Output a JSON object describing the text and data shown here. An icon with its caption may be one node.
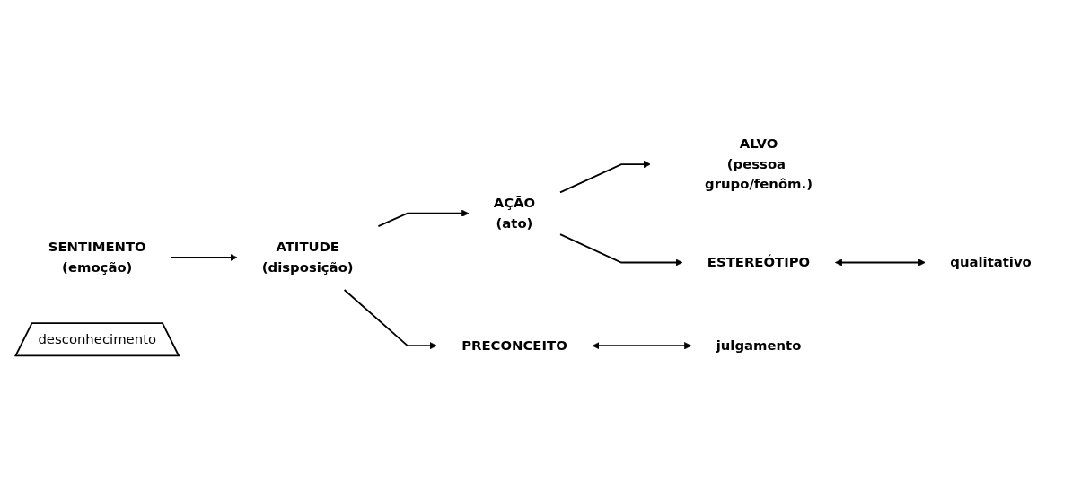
{
  "diagram": {
    "nodes": [
      {
        "text": [
          "SENTIMENTO",
          "(emoção)"
        ]
      },
      {
        "text": [
          "ATITUDE",
          "(disposição)"
        ]
      },
      {
        "text": [
          "AÇÃO",
          "(ato)"
        ]
      },
      {
        "text": [
          "ALVO",
          "(pessoa grupo/fenôm.)"
        ]
      },
      {
        "text": [
          "desconhecimento"
        ]
      },
      {
        "text": [
          "PRECONCEITO"
        ]
      },
      {
        "text": [
          "ESTEREÓTIPO"
        ]
      },
      {
        "text": [
          "julgamento"
        ]
      },
      {
        "text": [
          "qualitativo"
        ]
      }
    ],
    "edges": [
      {
        "from": 0,
        "to": 1,
        "arrow": "to"
      },
      {
        "from": 1,
        "to": 2,
        "arrow": "to"
      },
      {
        "from": 2,
        "to": 3,
        "arrow": "to"
      },
      {
        "from": 1,
        "to": 5,
        "arrow": "to"
      },
      {
        "from": 2,
        "to": 6,
        "arrow": "to"
      },
      {
        "from": 5,
        "to": 7,
        "arrow": "both"
      },
      {
        "from": 6,
        "to": 8,
        "arrow": "both"
      }
    ]
  }
}
